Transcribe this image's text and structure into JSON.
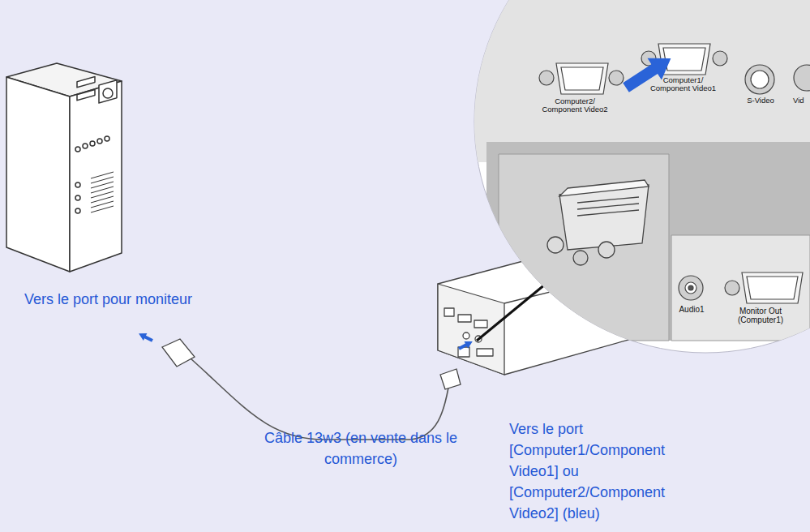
{
  "diagram": {
    "labels": [
      "Computer2/ Component Video2",
      "Computer1/ Component Video1",
      "S-Video",
      "Vid",
      "Audio1",
      "Monitor Out (Computer1)",
      "Vers le port pour moniteur",
      "Câble 13w3 (en vente dans le commerce)",
      "Vers le port [Computer1/Component Video1] ou [Computer2/Component Video2] (bleu)"
    ]
  }
}
